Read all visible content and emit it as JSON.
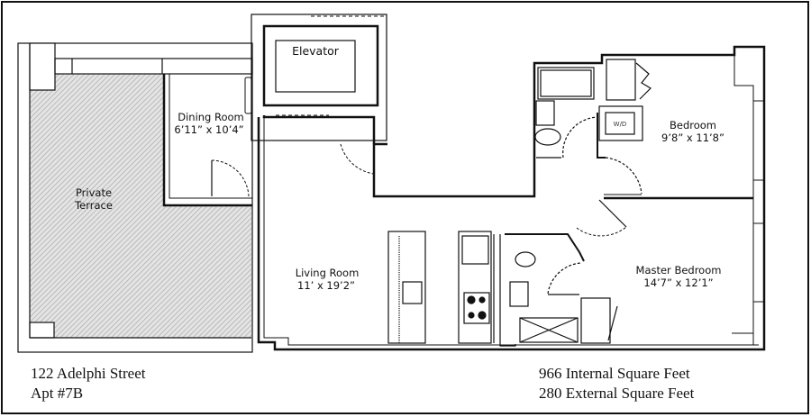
{
  "address": {
    "street": "122 Adelphi Street",
    "unit": "Apt #7B"
  },
  "area": {
    "internal": "966 Internal Square Feet",
    "external": "280 External Square Feet"
  },
  "rooms": {
    "elevator": "Elevator",
    "dining": {
      "name": "Dining Room",
      "size": "6’11” x 10’4”"
    },
    "terrace": {
      "line1": "Private",
      "line2": "Terrace"
    },
    "living": {
      "name": "Living Room",
      "size": "11’ x 19’2”"
    },
    "bedroom": {
      "name": "Bedroom",
      "size": "9’8” x 11’8”"
    },
    "master": {
      "name": "Master Bedroom",
      "size": "14’7” x 12’1”"
    },
    "washer_dryer": "W/D"
  },
  "colors": {
    "wall": "#111111",
    "terrace_hatch": "#bdbdbd"
  }
}
